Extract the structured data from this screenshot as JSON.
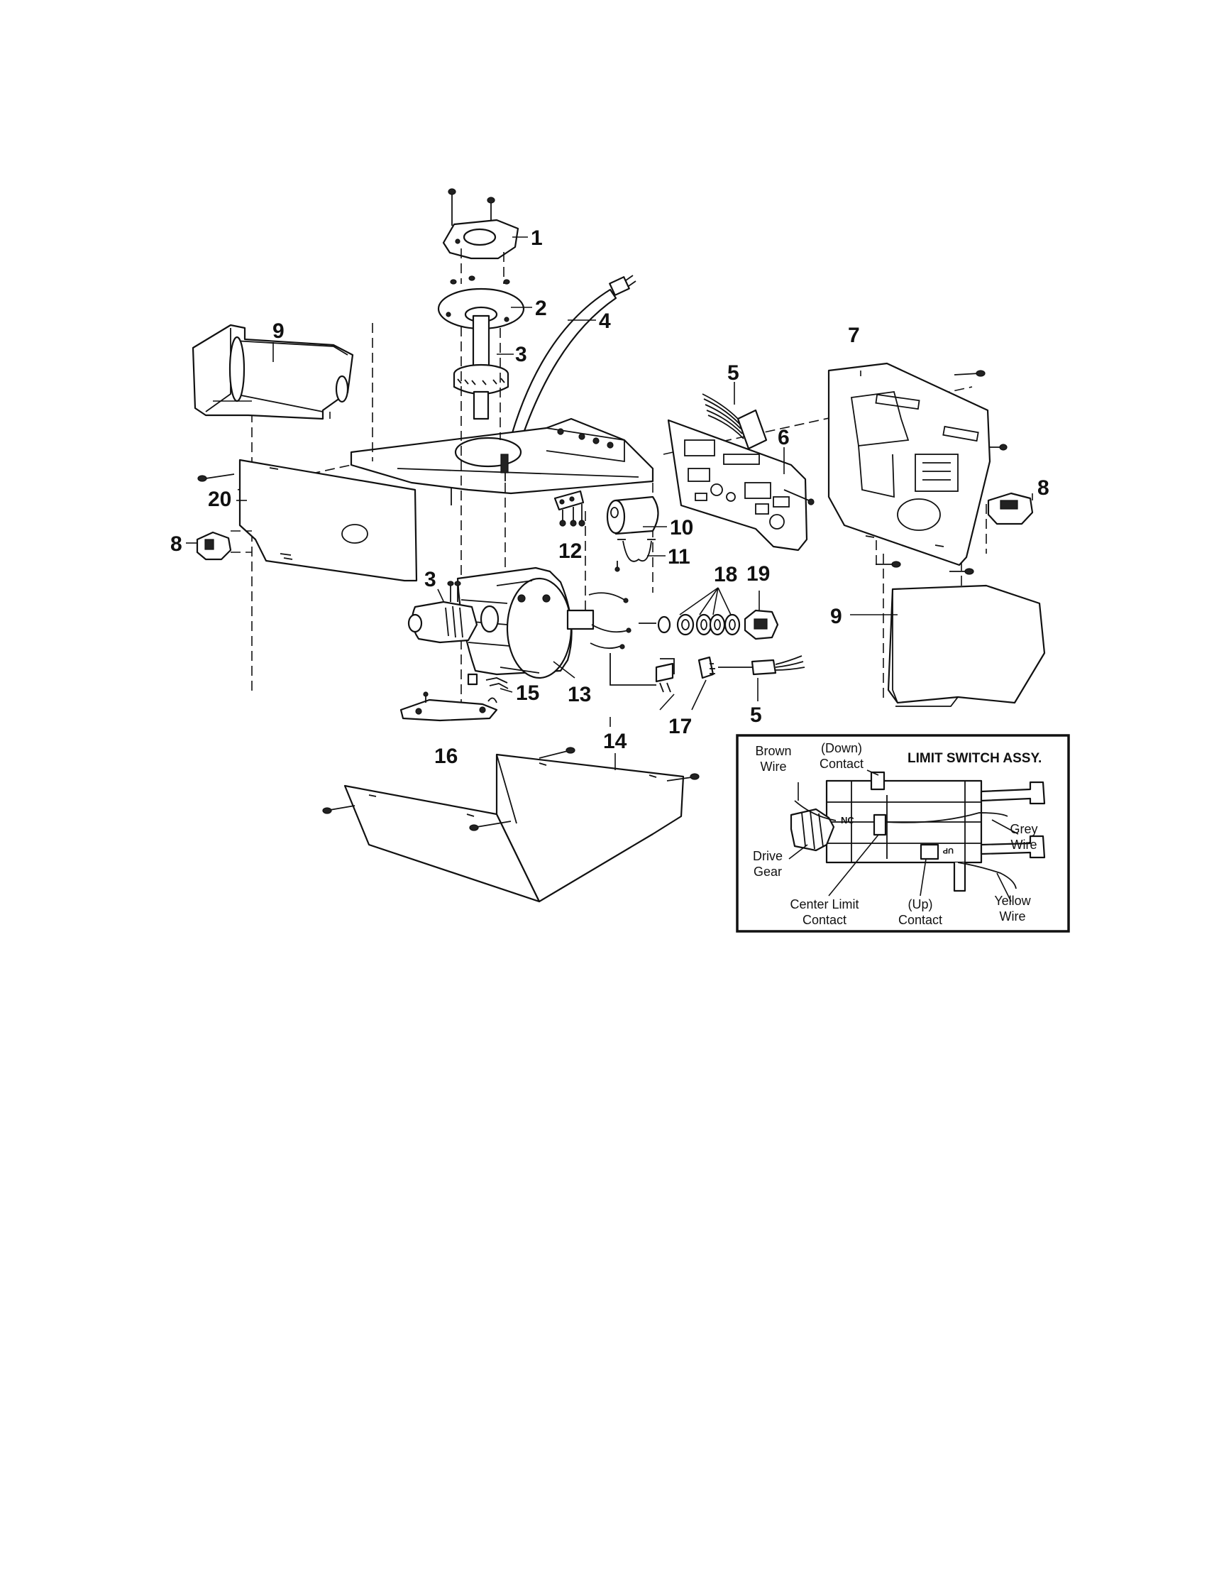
{
  "callouts": {
    "c1": "1",
    "c2": "2",
    "c3_top": "3",
    "c4": "4",
    "c5_top": "5",
    "c6": "6",
    "c7": "7",
    "c8_right": "8",
    "c8_left": "8",
    "c9_left": "9",
    "c9_right": "9",
    "c10": "10",
    "c11": "11",
    "c12": "12",
    "c13": "13",
    "c14": "14",
    "c15": "15",
    "c16": "16",
    "c17": "17",
    "c18": "18",
    "c19": "19",
    "c20": "20",
    "c3_mid": "3",
    "c5_bottom": "5"
  },
  "inset": {
    "title": "LIMIT SWITCH ASSY.",
    "brown_wire_l1": "Brown",
    "brown_wire_l2": "Wire",
    "down_contact_l1": "(Down)",
    "down_contact_l2": "Contact",
    "drive_gear_l1": "Drive",
    "drive_gear_l2": "Gear",
    "center_limit_l1": "Center Limit",
    "center_limit_l2": "Contact",
    "up_contact_l1": "(Up)",
    "up_contact_l2": "Contact",
    "grey_wire_l1": "Grey",
    "grey_wire_l2": "Wire",
    "yellow_wire_l1": "Yellow",
    "yellow_wire_l2": "Wire",
    "mark_nc": "NC",
    "mark_up": "UP"
  }
}
